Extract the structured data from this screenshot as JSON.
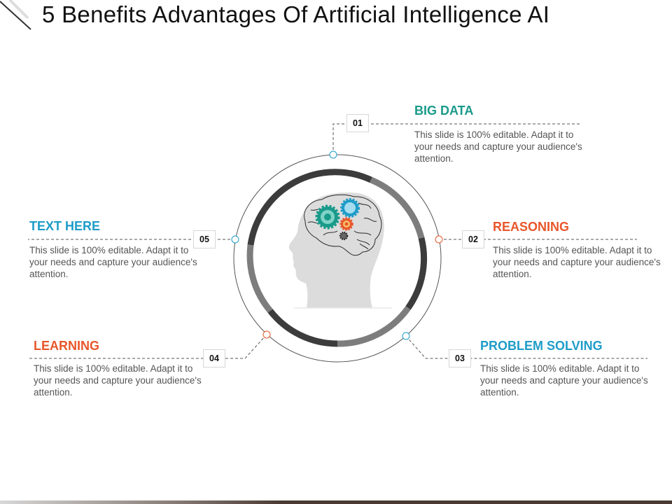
{
  "slide": {
    "title": "5 Benefits Advantages Of Artificial Intelligence AI"
  },
  "colors": {
    "teal": "#1a9a8a",
    "orange": "#e8562a",
    "blue": "#1e9cc8",
    "ring_dark": "#3c3c3c",
    "ring_light": "#7d7d7d",
    "head_gray": "#dcdcdc"
  },
  "center_icon": "head-with-brain-and-gears-icon",
  "items": [
    {
      "number": "01",
      "heading": "BIG DATA",
      "color": "#1a9a8a",
      "description": "This slide is 100% editable. Adapt it to your needs and capture your audience's attention."
    },
    {
      "number": "02",
      "heading": "REASONING",
      "color": "#e8562a",
      "description": "This slide is 100% editable. Adapt it to your needs and capture your audience's attention."
    },
    {
      "number": "03",
      "heading": "PROBLEM SOLVING",
      "color": "#1e9cc8",
      "description": "This slide is 100% editable. Adapt it to your needs and capture your audience's attention."
    },
    {
      "number": "04",
      "heading": "LEARNING",
      "color": "#e8562a",
      "description": "This slide is 100% editable. Adapt it to your needs and capture your audience's attention."
    },
    {
      "number": "05",
      "heading": "TEXT HERE",
      "color": "#1e9cc8",
      "description": "This slide is 100% editable. Adapt it to your needs and capture your audience's attention."
    }
  ]
}
